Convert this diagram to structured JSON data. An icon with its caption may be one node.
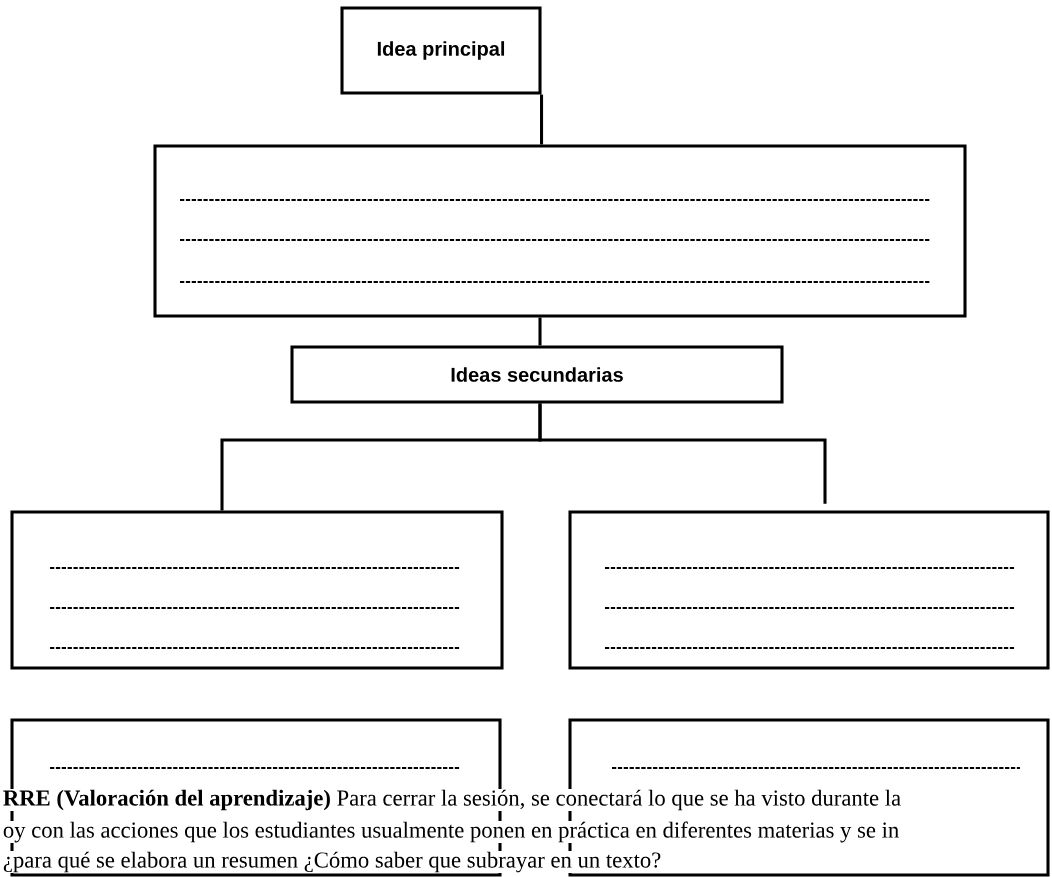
{
  "diagram": {
    "nodes": [
      {
        "text": [
          "Idea principal"
        ]
      },
      {
        "text": [],
        "shape": "box"
      },
      {
        "text": [
          "Ideas secundarias"
        ]
      },
      {
        "text": [],
        "shape": "box"
      },
      {
        "text": [],
        "shape": "box"
      },
      {
        "text": [],
        "shape": "box"
      },
      {
        "text": [],
        "shape": "box"
      }
    ],
    "edges": [
      {
        "from": 0,
        "to": 1,
        "arrow": "none"
      },
      {
        "from": 1,
        "to": 2,
        "arrow": "none"
      },
      {
        "from": 2,
        "to": 3,
        "arrow": "none"
      },
      {
        "from": 2,
        "to": 4,
        "arrow": "none"
      }
    ],
    "labels": [
      "**RRE (Valoración del aprendizaje)** Para cerrar la sesión, se conectará lo que se ha visto durante la",
      "oy con las acciones que los estudiantes usualmente ponen en práctica en diferentes materias y se in",
      "¿para qué se elabora un resumen ¿Cómo saber que subrayar en un texto?"
    ]
  }
}
